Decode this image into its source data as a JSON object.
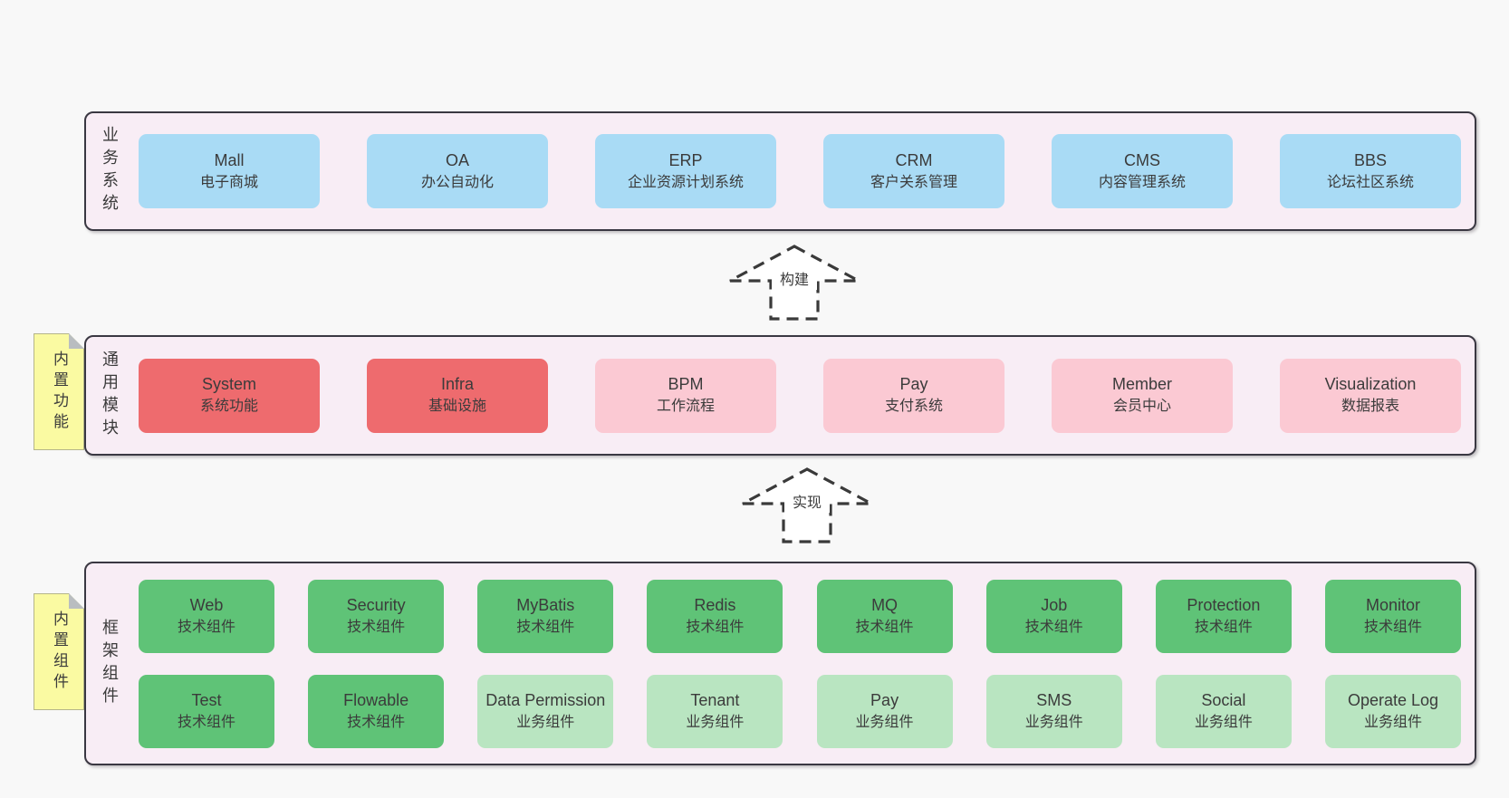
{
  "colors": {
    "bg": "#f8f8f8",
    "container": "#f8edf5",
    "border": "#3a3842",
    "text": "#3b3b3b",
    "blue": "#a9dbf5",
    "red": "#ee6b6e",
    "pink": "#fbc9d3",
    "green": "#5fc377",
    "lightgreen": "#b9e5c1",
    "yellow": "#fafaa2",
    "fold": "#b9bdc0",
    "arrow": "#3a3a3a"
  },
  "arrows": {
    "build": "构建",
    "implement": "实现"
  },
  "sections": {
    "business": {
      "side_label": "业务系统",
      "boxes": [
        {
          "en": "Mall",
          "zh": "电子商城",
          "variant": "blue"
        },
        {
          "en": "OA",
          "zh": "办公自动化",
          "variant": "blue"
        },
        {
          "en": "ERP",
          "zh": "企业资源计划系统",
          "variant": "blue"
        },
        {
          "en": "CRM",
          "zh": "客户关系管理",
          "variant": "blue"
        },
        {
          "en": "CMS",
          "zh": "内容管理系统",
          "variant": "blue"
        },
        {
          "en": "BBS",
          "zh": "论坛社区系统",
          "variant": "blue"
        }
      ]
    },
    "modules": {
      "side_label": "通用模块",
      "sticky": "内置功能",
      "boxes": [
        {
          "en": "System",
          "zh": "系统功能",
          "variant": "red"
        },
        {
          "en": "Infra",
          "zh": "基础设施",
          "variant": "red"
        },
        {
          "en": "BPM",
          "zh": "工作流程",
          "variant": "pink"
        },
        {
          "en": "Pay",
          "zh": "支付系统",
          "variant": "pink"
        },
        {
          "en": "Member",
          "zh": "会员中心",
          "variant": "pink"
        },
        {
          "en": "Visualization",
          "zh": "数据报表",
          "variant": "pink"
        }
      ]
    },
    "components": {
      "side_label": "框架组件",
      "sticky": "内置组件",
      "row1": [
        {
          "en": "Web",
          "zh": "技术组件",
          "variant": "green"
        },
        {
          "en": "Security",
          "zh": "技术组件",
          "variant": "green"
        },
        {
          "en": "MyBatis",
          "zh": "技术组件",
          "variant": "green"
        },
        {
          "en": "Redis",
          "zh": "技术组件",
          "variant": "green"
        },
        {
          "en": "MQ",
          "zh": "技术组件",
          "variant": "green"
        },
        {
          "en": "Job",
          "zh": "技术组件",
          "variant": "green"
        },
        {
          "en": "Protection",
          "zh": "技术组件",
          "variant": "green"
        },
        {
          "en": "Monitor",
          "zh": "技术组件",
          "variant": "green"
        }
      ],
      "row2": [
        {
          "en": "Test",
          "zh": "技术组件",
          "variant": "green"
        },
        {
          "en": "Flowable",
          "zh": "技术组件",
          "variant": "green"
        },
        {
          "en": "Data Permission",
          "zh": "业务组件",
          "variant": "lightgreen"
        },
        {
          "en": "Tenant",
          "zh": "业务组件",
          "variant": "lightgreen"
        },
        {
          "en": "Pay",
          "zh": "业务组件",
          "variant": "lightgreen"
        },
        {
          "en": "SMS",
          "zh": "业务组件",
          "variant": "lightgreen"
        },
        {
          "en": "Social",
          "zh": "业务组件",
          "variant": "lightgreen"
        },
        {
          "en": "Operate Log",
          "zh": "业务组件",
          "variant": "lightgreen"
        }
      ]
    }
  }
}
